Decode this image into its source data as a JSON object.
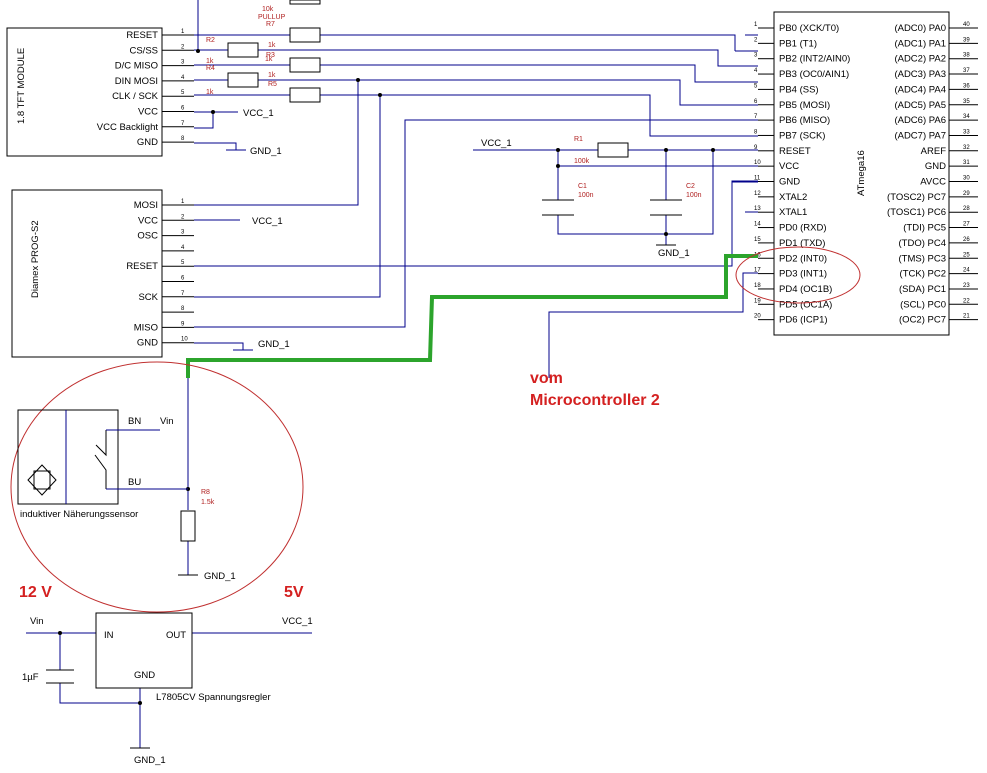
{
  "tft": {
    "title": "1.8 TFT MODULE",
    "pins": [
      {
        "name": "RESET",
        "num": "1"
      },
      {
        "name": "CS/SS",
        "num": "2"
      },
      {
        "name": "D/C MISO",
        "num": "3"
      },
      {
        "name": "DIN MOSI",
        "num": "4"
      },
      {
        "name": "CLK / SCK",
        "num": "5"
      },
      {
        "name": "VCC",
        "num": "6"
      },
      {
        "name": "VCC Backlight",
        "num": "7"
      },
      {
        "name": "GND",
        "num": "8"
      }
    ]
  },
  "prog": {
    "title": "Diamex PROG-S2",
    "pins": [
      {
        "name": "MOSI",
        "num": "1"
      },
      {
        "name": "VCC",
        "num": "2"
      },
      {
        "name": "OSC",
        "num": "3"
      },
      {
        "name": "",
        "num": "4"
      },
      {
        "name": "RESET",
        "num": "5"
      },
      {
        "name": "",
        "num": "6"
      },
      {
        "name": "SCK",
        "num": "7"
      },
      {
        "name": "",
        "num": "8"
      },
      {
        "name": "MISO",
        "num": "9"
      },
      {
        "name": "GND",
        "num": "10"
      }
    ]
  },
  "mcu": {
    "name": "ATmega16",
    "left_pins": [
      {
        "num": "1",
        "name": "PB0 (XCK/T0)"
      },
      {
        "num": "2",
        "name": "PB1 (T1)"
      },
      {
        "num": "3",
        "name": "PB2 (INT2/AIN0)"
      },
      {
        "num": "4",
        "name": "PB3 (OC0/AIN1)"
      },
      {
        "num": "5",
        "name": "PB4 (SS)"
      },
      {
        "num": "6",
        "name": "PB5 (MOSI)"
      },
      {
        "num": "7",
        "name": "PB6 (MISO)"
      },
      {
        "num": "8",
        "name": "PB7 (SCK)"
      },
      {
        "num": "9",
        "name": "RESET"
      },
      {
        "num": "10",
        "name": "VCC"
      },
      {
        "num": "11",
        "name": "GND"
      },
      {
        "num": "12",
        "name": "XTAL2"
      },
      {
        "num": "13",
        "name": "XTAL1"
      },
      {
        "num": "14",
        "name": "PD0 (RXD)"
      },
      {
        "num": "15",
        "name": "PD1 (TXD)"
      },
      {
        "num": "16",
        "name": "PD2 (INT0)"
      },
      {
        "num": "17",
        "name": "PD3 (INT1)"
      },
      {
        "num": "18",
        "name": "PD4 (OC1B)"
      },
      {
        "num": "19",
        "name": "PD5 (OC1A)"
      },
      {
        "num": "20",
        "name": "PD6 (ICP1)"
      }
    ],
    "right_pins": [
      {
        "num": "40",
        "name": "(ADC0) PA0"
      },
      {
        "num": "39",
        "name": "(ADC1) PA1"
      },
      {
        "num": "38",
        "name": "(ADC2) PA2"
      },
      {
        "num": "37",
        "name": "(ADC3) PA3"
      },
      {
        "num": "36",
        "name": "(ADC4) PA4"
      },
      {
        "num": "35",
        "name": "(ADC5) PA5"
      },
      {
        "num": "34",
        "name": "(ADC6) PA6"
      },
      {
        "num": "33",
        "name": "(ADC7) PA7"
      },
      {
        "num": "32",
        "name": "AREF"
      },
      {
        "num": "31",
        "name": "GND"
      },
      {
        "num": "30",
        "name": "AVCC"
      },
      {
        "num": "29",
        "name": "(TOSC2) PC7"
      },
      {
        "num": "28",
        "name": "(TOSC1) PC6"
      },
      {
        "num": "27",
        "name": "(TDI) PC5"
      },
      {
        "num": "26",
        "name": "(TDO) PC4"
      },
      {
        "num": "25",
        "name": "(TMS) PC3"
      },
      {
        "num": "24",
        "name": "(TCK) PC2"
      },
      {
        "num": "23",
        "name": "(SDA) PC1"
      },
      {
        "num": "22",
        "name": "(SCL) PC0"
      },
      {
        "num": "21",
        "name": "(OC2) PC7"
      }
    ]
  },
  "nets": {
    "vcc1": "VCC_1",
    "gnd1": "GND_1",
    "vin": "Vin"
  },
  "parts": {
    "r7_val": "10k",
    "r7_name": "R7",
    "pullup": "PULLUP",
    "r2": "R2",
    "r3": "R3",
    "r4": "R4",
    "r5": "R5",
    "r_1k": "1k",
    "r1": "R1",
    "r1_val": "100k",
    "c1": "C1",
    "c1_val": "100n",
    "c2": "C2",
    "c2_val": "100n",
    "r8": "R8",
    "r8_val": "1.5k"
  },
  "sensor": {
    "label": "induktiver Näherungssensor",
    "bn": "BN",
    "bu": "BU"
  },
  "regulator": {
    "name": "L7805CV Spannungsregler",
    "in": "IN",
    "out": "OUT",
    "gnd": "GND",
    "cap": "1µF"
  },
  "annotations": {
    "v12": "12 V",
    "v5": "5V",
    "vom": "vom",
    "mc2": "Microcontroller 2"
  },
  "colors": {
    "wire": "#00008b",
    "green": "#2ca42c",
    "red": "#d42020",
    "part": "#b02020"
  }
}
